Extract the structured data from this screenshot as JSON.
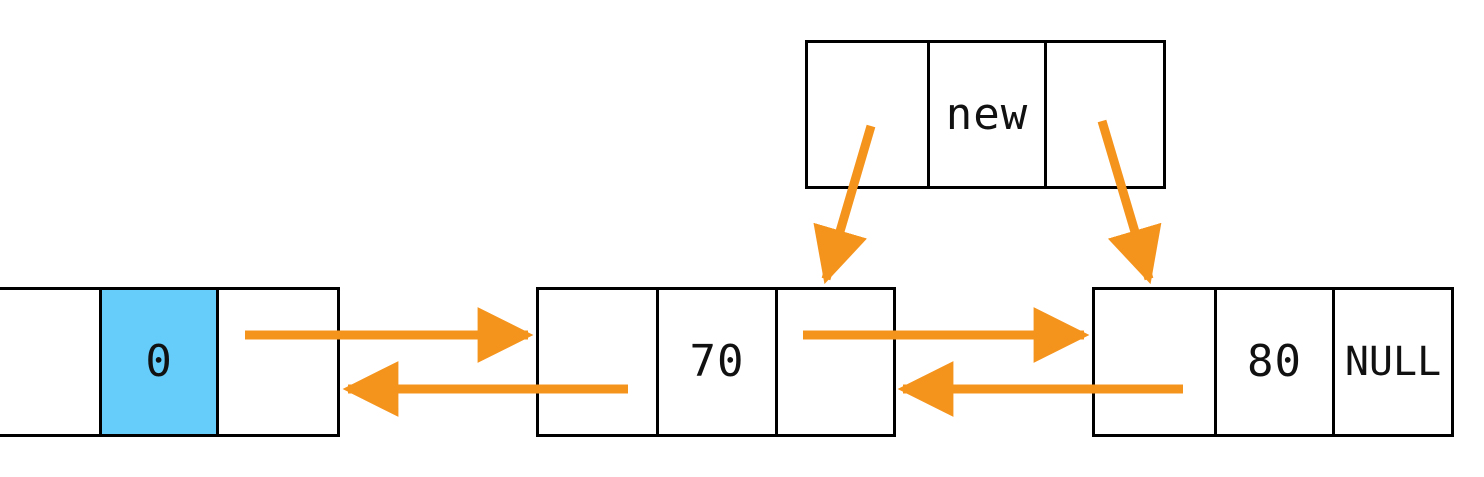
{
  "diagram": {
    "title": "doubly-linked-list-insert-new-node",
    "colors": {
      "stroke": "#000000",
      "background": "#ffffff",
      "arrow": "#f5941d",
      "highlight": "#66cdfa",
      "text": "#111111"
    },
    "nodes": [
      {
        "id": "node-head",
        "name": "node-zero",
        "cells": [
          {
            "name": "prev-pointer-cell",
            "label": "",
            "highlight": false
          },
          {
            "name": "data-cell",
            "label": "0",
            "highlight": true
          },
          {
            "name": "next-pointer-cell",
            "label": "",
            "highlight": false
          }
        ]
      },
      {
        "id": "node-new",
        "name": "node-new",
        "cells": [
          {
            "name": "prev-pointer-cell",
            "label": "",
            "highlight": false
          },
          {
            "name": "data-cell",
            "label": "new",
            "highlight": false
          },
          {
            "name": "next-pointer-cell",
            "label": "",
            "highlight": false
          }
        ]
      },
      {
        "id": "node-70",
        "name": "node-seventy",
        "cells": [
          {
            "name": "prev-pointer-cell",
            "label": "",
            "highlight": false
          },
          {
            "name": "data-cell",
            "label": "70",
            "highlight": false
          },
          {
            "name": "next-pointer-cell",
            "label": "",
            "highlight": false
          }
        ]
      },
      {
        "id": "node-80",
        "name": "node-eighty",
        "cells": [
          {
            "name": "prev-pointer-cell",
            "label": "",
            "highlight": false
          },
          {
            "name": "data-cell",
            "label": "80",
            "highlight": false
          },
          {
            "name": "next-pointer-cell",
            "label": "NULL",
            "highlight": false
          }
        ]
      }
    ],
    "arrows": [
      {
        "name": "next-pointer-head-to-70",
        "kind": "horizontal-right"
      },
      {
        "name": "prev-pointer-70-to-head",
        "kind": "horizontal-left"
      },
      {
        "name": "next-pointer-70-to-80",
        "kind": "horizontal-right"
      },
      {
        "name": "prev-pointer-80-to-70",
        "kind": "horizontal-left"
      },
      {
        "name": "new-prev-pointer-diagonal",
        "kind": "diagonal-down-left"
      },
      {
        "name": "new-next-pointer-diagonal",
        "kind": "diagonal-down-right"
      }
    ]
  }
}
